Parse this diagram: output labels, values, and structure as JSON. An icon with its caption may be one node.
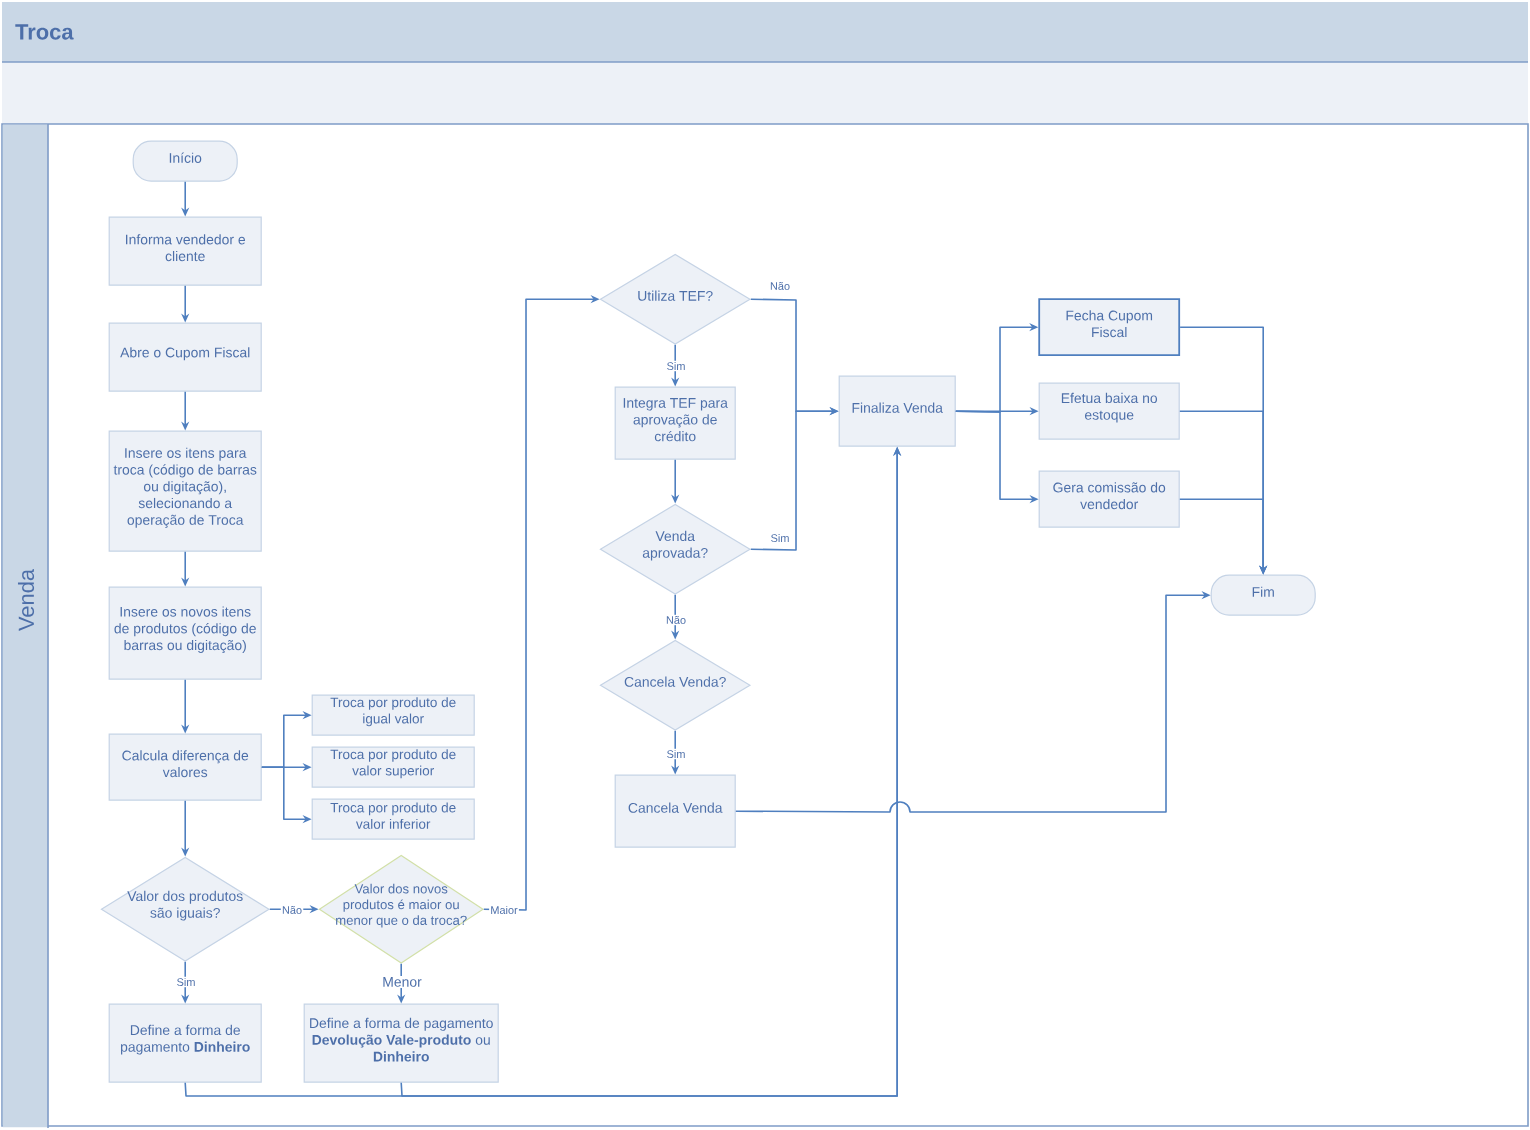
{
  "diagram": {
    "title": "Troca",
    "nodes": [
      {
        "text": [
          "Venda"
        ]
      },
      {
        "text": [
          "Início"
        ],
        "in": 0
      },
      {
        "text": [
          "Informa vendedor e cliente"
        ],
        "in": 0
      },
      {
        "text": [
          "Abre o Cupom Fiscal"
        ],
        "in": 0
      },
      {
        "text": [
          "Insere os itens para troca (código de barras ou digitação), selecionando a operação de Troca"
        ],
        "in": 0
      },
      {
        "text": [
          "Insere os novos itens de produtos (código de barras ou digitação)"
        ],
        "in": 0
      },
      {
        "text": [
          "Calcula diferença de valores"
        ],
        "in": 0
      },
      {
        "text": [
          "Troca por produto de igual valor"
        ],
        "in": 0
      },
      {
        "text": [
          "Troca por produto de valor superior"
        ],
        "in": 0
      },
      {
        "text": [
          "Troca por produto de valor inferior"
        ],
        "in": 0
      },
      {
        "text": [
          "Valor dos produtos são iguais?"
        ],
        "in": 0
      },
      {
        "text": [
          "Valor dos novos produtos é maior ou menor que o da troca?"
        ],
        "in": 0
      },
      {
        "text": [
          "Define a forma de pagamento **Dinheiro**"
        ],
        "in": 0
      },
      {
        "text": [
          "Define a forma de pagamento **Devolução Vale-produto** ou **Dinheiro**"
        ],
        "in": 0
      },
      {
        "text": [
          "Utiliza TEF?"
        ],
        "in": 0
      },
      {
        "text": [
          "Integra TEF para aprovação de crédito"
        ],
        "in": 0
      },
      {
        "text": [
          "Venda aprovada?"
        ],
        "in": 0
      },
      {
        "text": [
          "Cancela Venda?"
        ],
        "in": 0
      },
      {
        "text": [
          "Cancela Venda"
        ],
        "in": 0
      },
      {
        "text": [
          "Finaliza Venda"
        ],
        "in": 0
      },
      {
        "text": [
          "Fecha Cupom Fiscal"
        ],
        "in": 0
      },
      {
        "text": [
          "Efetua baixa no estoque"
        ],
        "in": 0
      },
      {
        "text": [
          "Gera comissão do vendedor"
        ],
        "in": 0
      },
      {
        "text": [
          "Fim"
        ],
        "in": 0
      }
    ],
    "edges": [
      {
        "from": 1,
        "to": 2,
        "arrow": "to"
      },
      {
        "from": 2,
        "to": 3,
        "arrow": "to"
      },
      {
        "from": 3,
        "to": 4,
        "arrow": "to"
      },
      {
        "from": 4,
        "to": 5,
        "arrow": "to"
      },
      {
        "from": 5,
        "to": 6,
        "arrow": "to"
      },
      {
        "from": 6,
        "to": 7,
        "arrow": "to"
      },
      {
        "from": 6,
        "to": 8,
        "arrow": "to"
      },
      {
        "from": 6,
        "to": 9,
        "arrow": "to"
      },
      {
        "from": 6,
        "to": 10,
        "arrow": "to"
      },
      {
        "from": 10,
        "to": 11,
        "arrow": "to",
        "label": "Não"
      },
      {
        "from": 10,
        "to": 12,
        "arrow": "to",
        "label": "Sim"
      },
      {
        "from": 11,
        "to": 13,
        "arrow": "to",
        "label": "Menor"
      },
      {
        "from": 11,
        "to": 14,
        "arrow": "to",
        "label": "Maior"
      },
      {
        "from": 14,
        "to": 15,
        "arrow": "to",
        "label": "Sim"
      },
      {
        "from": 14,
        "to": 19,
        "arrow": "to",
        "label": "Não"
      },
      {
        "from": 15,
        "to": 16,
        "arrow": "to"
      },
      {
        "from": 16,
        "to": 19,
        "arrow": "to",
        "label": "Sim"
      },
      {
        "from": 16,
        "to": 17,
        "arrow": "to",
        "label": "Não"
      },
      {
        "from": 17,
        "to": 18,
        "arrow": "to",
        "label": "Sim"
      },
      {
        "from": 18,
        "to": 23,
        "arrow": "to"
      },
      {
        "from": 12,
        "to": 19,
        "arrow": "to"
      },
      {
        "from": 13,
        "to": 19,
        "arrow": "to"
      },
      {
        "from": 19,
        "to": 20,
        "arrow": "to"
      },
      {
        "from": 19,
        "to": 21,
        "arrow": "to"
      },
      {
        "from": 19,
        "to": 22,
        "arrow": "to"
      },
      {
        "from": 20,
        "to": 23,
        "arrow": "to"
      },
      {
        "from": 21,
        "to": 23,
        "arrow": "to"
      },
      {
        "from": 22,
        "to": 23,
        "arrow": "to"
      }
    ]
  }
}
